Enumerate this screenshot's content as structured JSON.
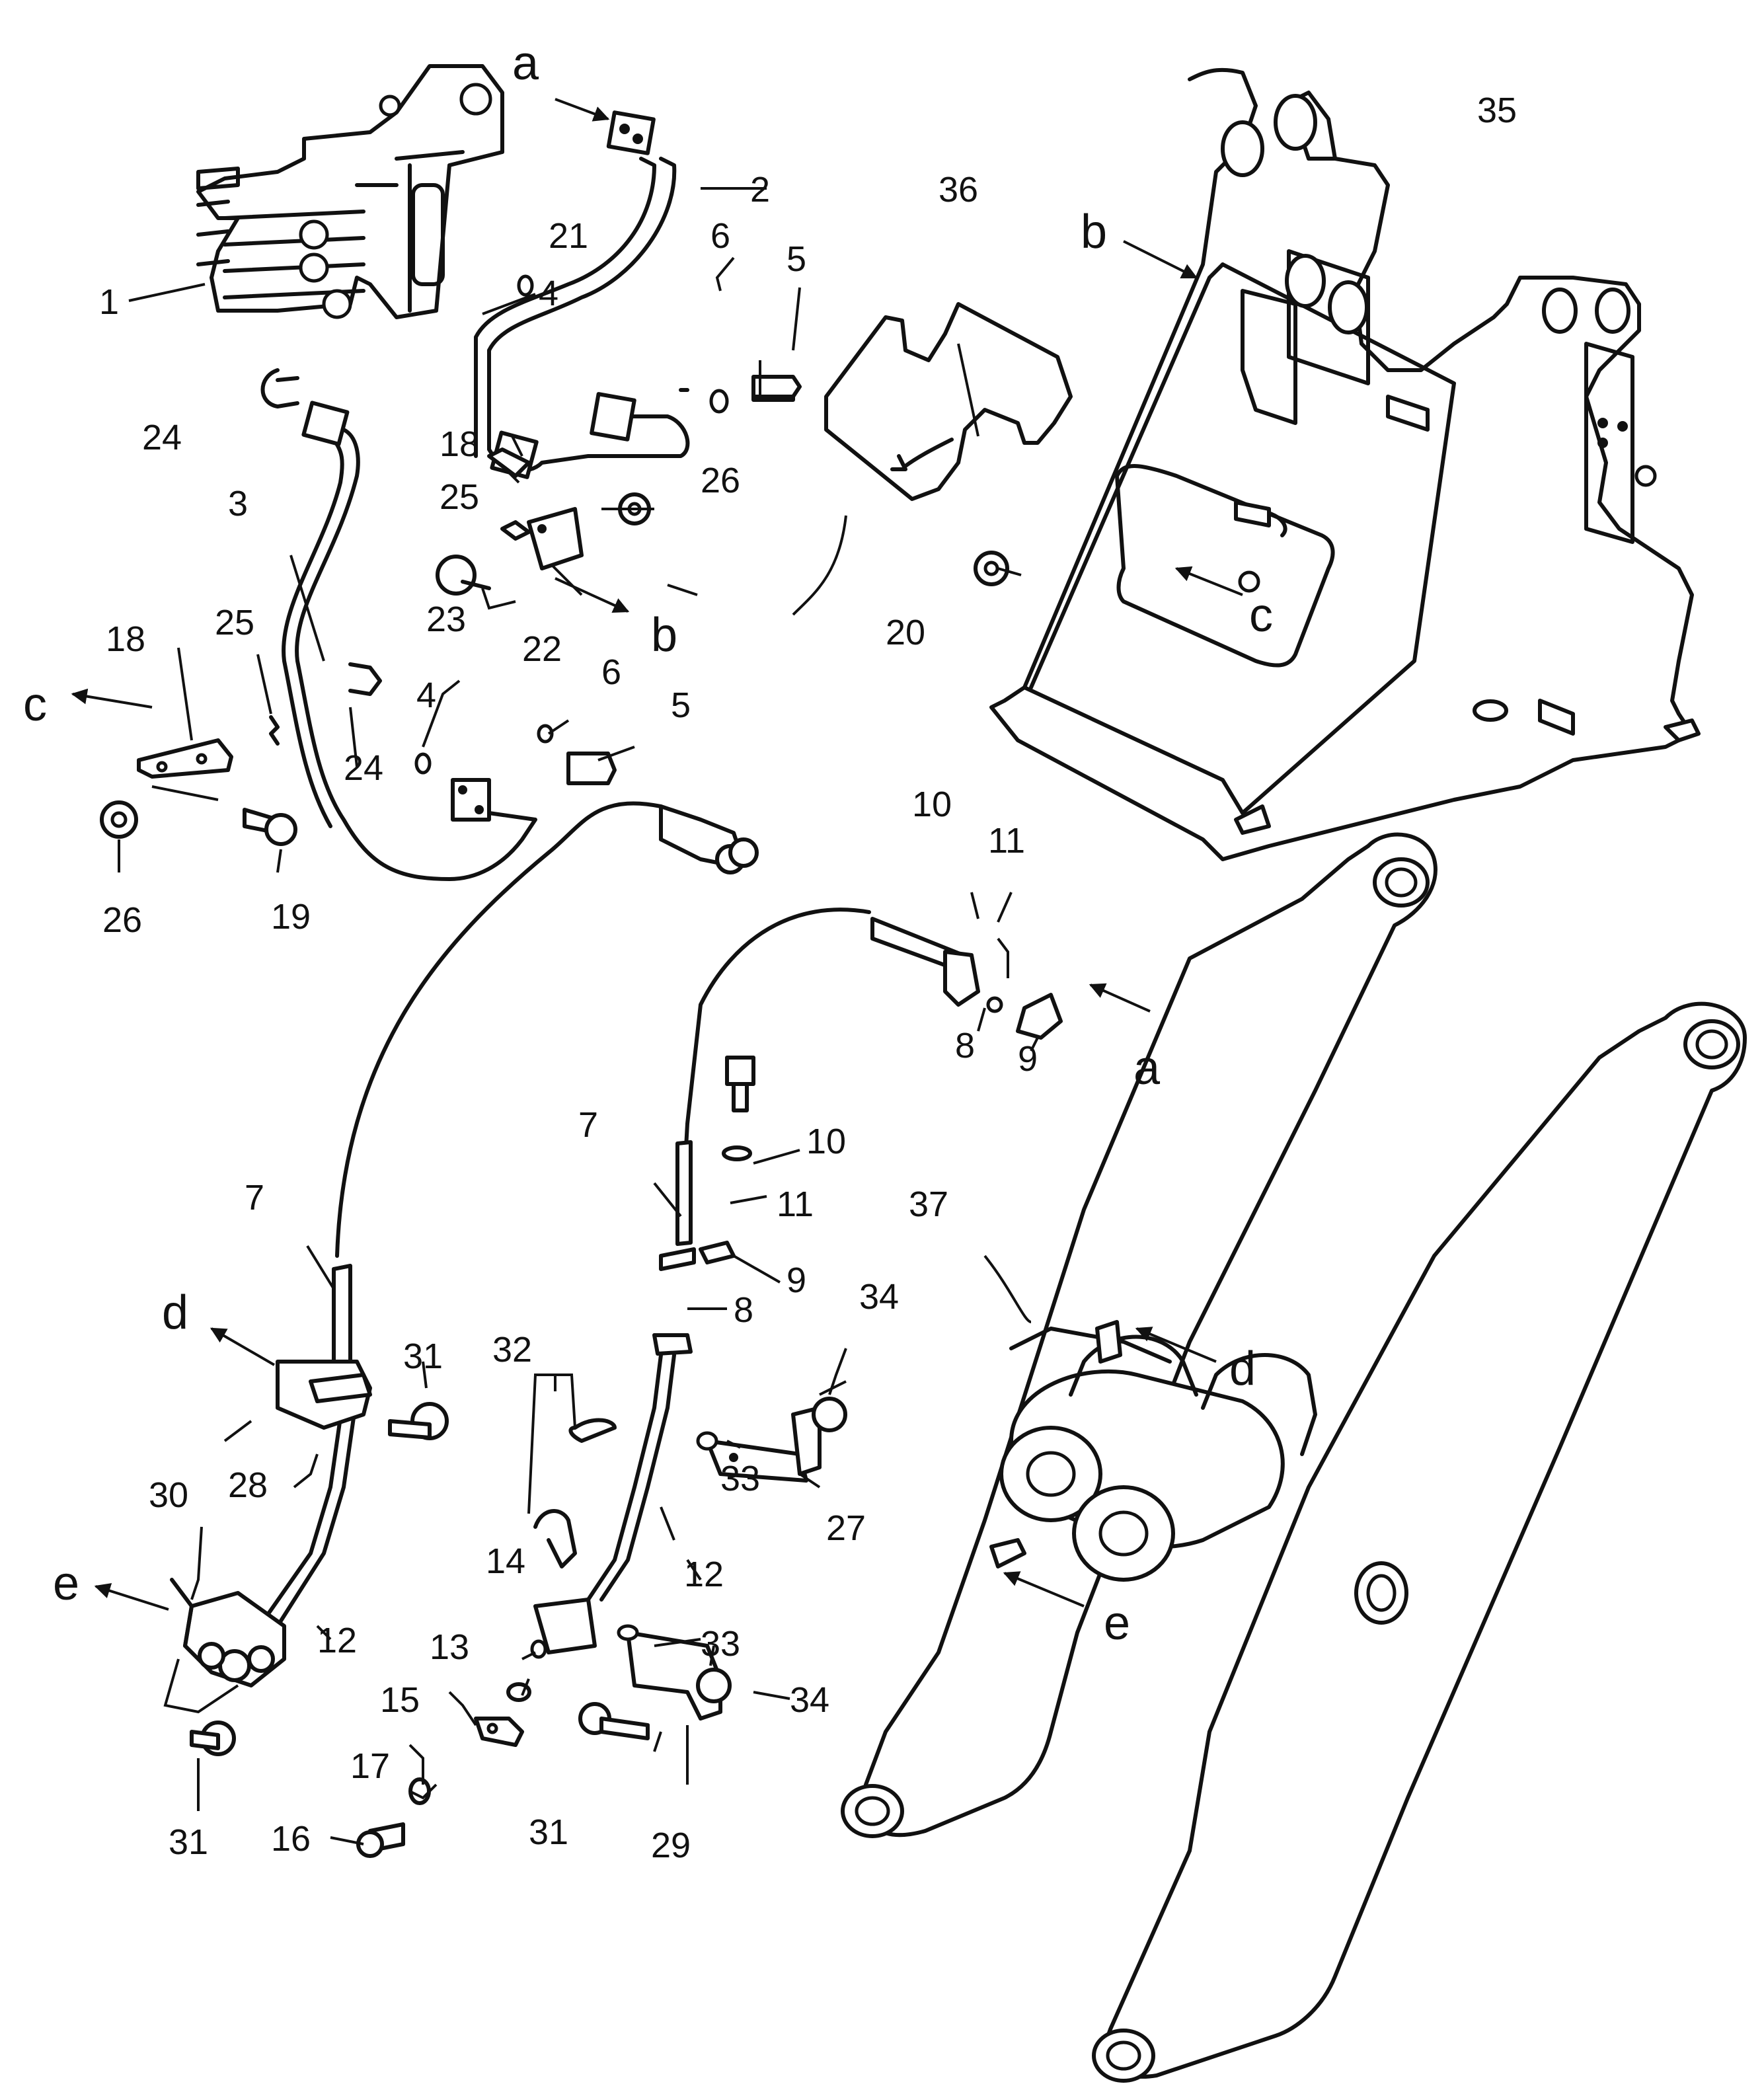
{
  "callouts": [
    "1",
    "2",
    "3",
    "4",
    "4",
    "5",
    "5",
    "6",
    "6",
    "7",
    "7",
    "8",
    "8",
    "9",
    "9",
    "10",
    "10",
    "11",
    "11",
    "12",
    "12",
    "13",
    "14",
    "15",
    "16",
    "17",
    "18",
    "18",
    "19",
    "20",
    "21",
    "22",
    "23",
    "24",
    "24",
    "25",
    "25",
    "26",
    "26",
    "27",
    "28",
    "29",
    "30",
    "31",
    "31",
    "31",
    "32",
    "33",
    "33",
    "34",
    "34",
    "35",
    "36",
    "37"
  ],
  "reference_letters": [
    "a",
    "a",
    "b",
    "b",
    "c",
    "c",
    "d",
    "d",
    "e",
    "e"
  ]
}
